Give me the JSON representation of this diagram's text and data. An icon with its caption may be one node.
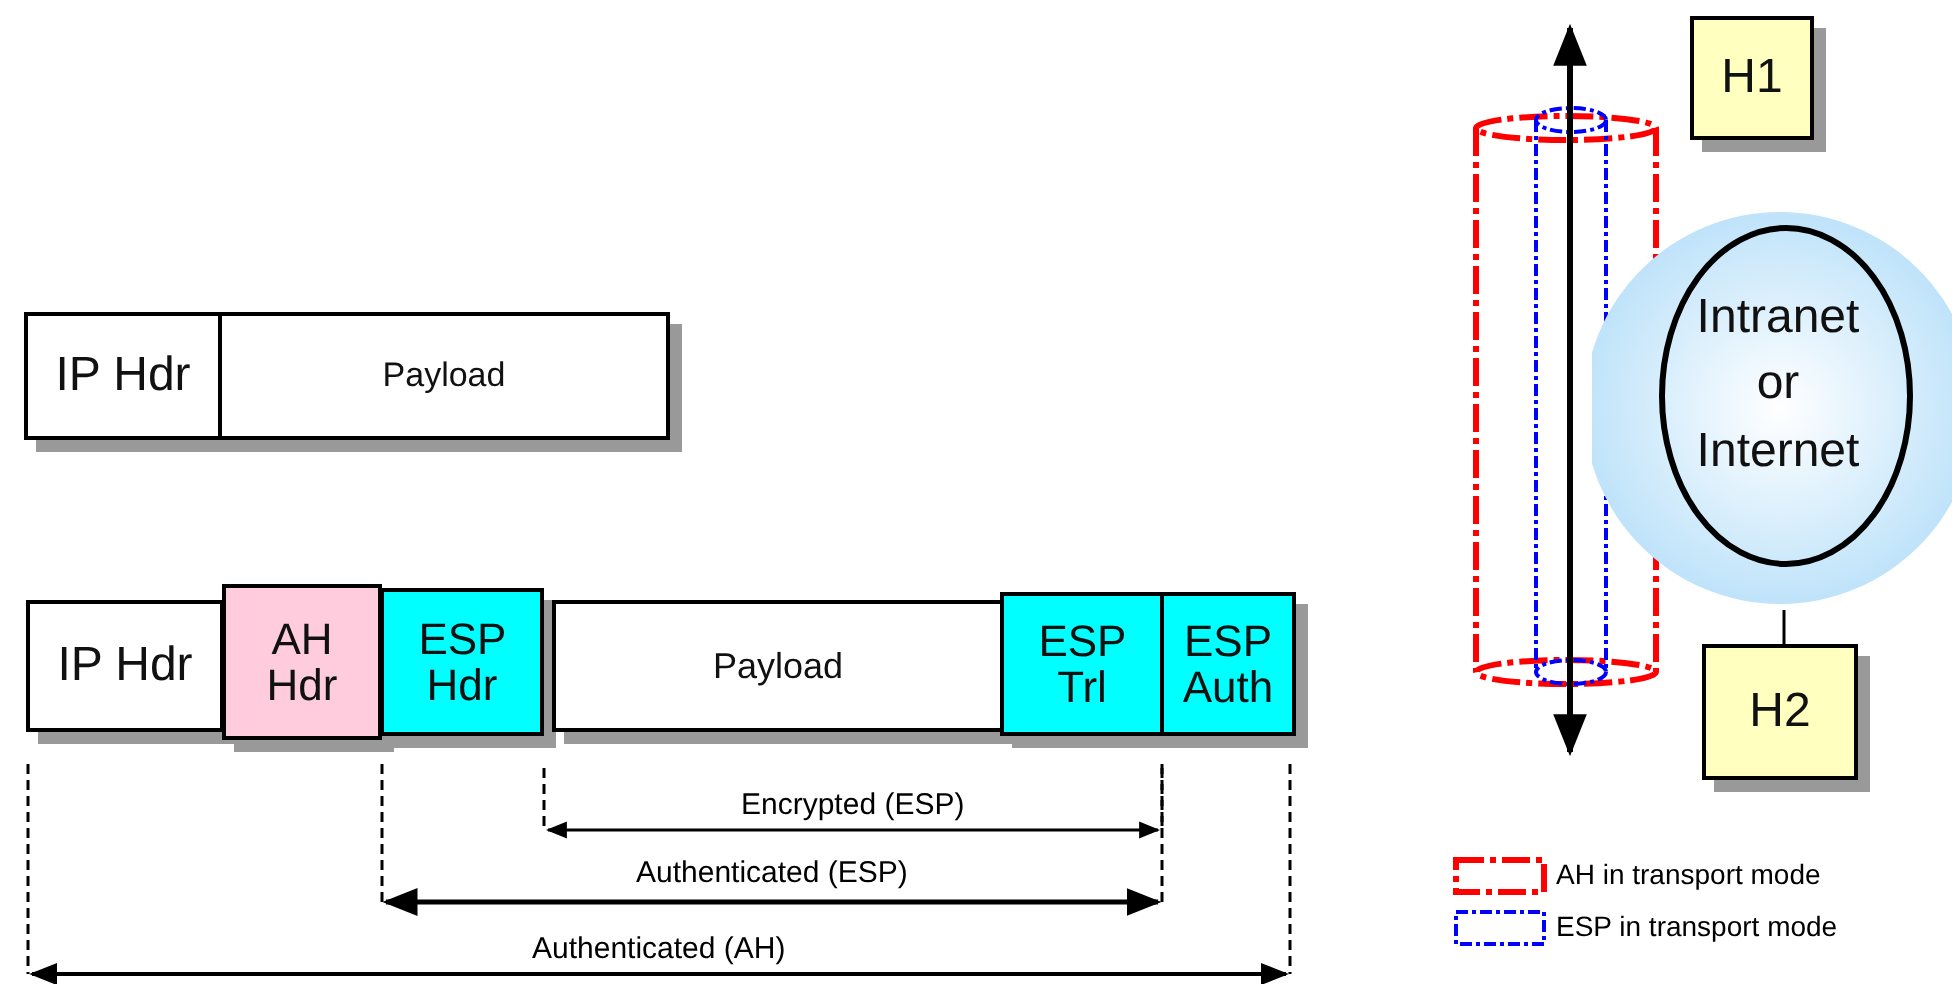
{
  "diagram": {
    "nodes": [
      {
        "text": [
          "IP Hdr"
        ]
      },
      {
        "text": [
          "Payload"
        ]
      },
      {
        "text": [
          "IP Hdr"
        ]
      },
      {
        "text": [
          "AH Hdr"
        ]
      },
      {
        "text": [
          "ESP Hdr"
        ]
      },
      {
        "text": [
          "Payload"
        ]
      },
      {
        "text": [
          "ESP Trl"
        ]
      },
      {
        "text": [
          "ESP Auth"
        ]
      },
      {
        "text": [
          "H1"
        ]
      },
      {
        "text": [
          "Intranet or Internet"
        ]
      },
      {
        "text": [
          "H2"
        ]
      }
    ],
    "edges": [
      {
        "from": 9,
        "to": 10,
        "arrow": "none"
      }
    ],
    "labels": [
      "Encrypted (ESP)",
      "Authenticated (ESP)",
      "Authenticated (AH)"
    ],
    "legend": [
      {
        "text": "AH in transport mode"
      },
      {
        "text": "ESP in transport mode"
      }
    ]
  }
}
